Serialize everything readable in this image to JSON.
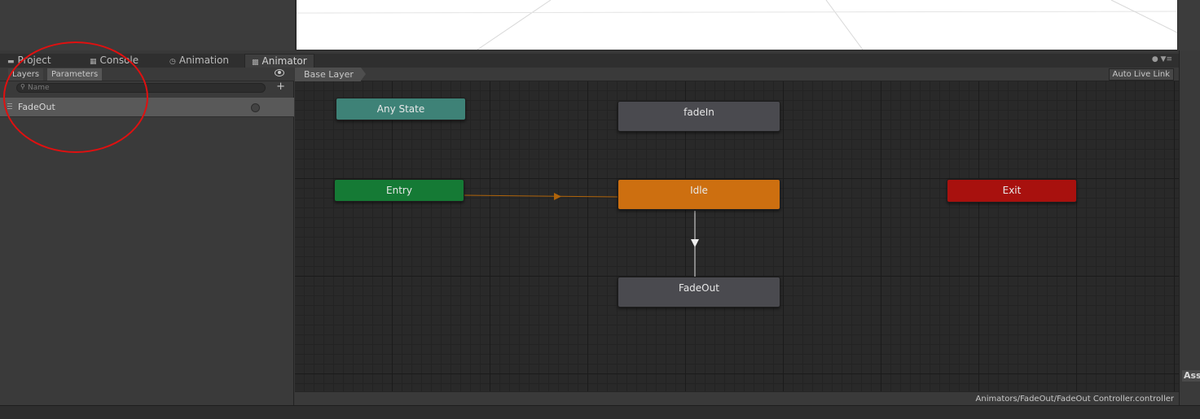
{
  "tabs": [
    {
      "label": "Project",
      "icon": "folder-icon"
    },
    {
      "label": "Console",
      "icon": "console-icon"
    },
    {
      "label": "Animation",
      "icon": "animation-clock-icon"
    },
    {
      "label": "Animator",
      "icon": "animator-icon",
      "active": true
    }
  ],
  "left_panel": {
    "layers_tab": "Layers",
    "parameters_tab": "Parameters",
    "search_placeholder": "Name",
    "add_symbol": "+",
    "parameters": [
      {
        "name": "FadeOut",
        "type": "trigger"
      }
    ]
  },
  "graph": {
    "breadcrumb": "Base Layer",
    "auto_live_link": "Auto Live Link",
    "nodes": {
      "any_state": "Any State",
      "entry": "Entry",
      "idle": "Idle",
      "exit": "Exit",
      "fade_in": "fadeIn",
      "fade_out": "FadeOut"
    },
    "transitions": [
      {
        "from": "Entry",
        "to": "Idle"
      },
      {
        "from": "Idle",
        "to": "FadeOut"
      }
    ]
  },
  "path": "Animators/FadeOut/FadeOut Controller.controller",
  "side_label": "Ass",
  "colors": {
    "any_state": "#3e8277",
    "entry": "#157a35",
    "idle": "#cd6f10",
    "exit": "#a8110e",
    "state": "#4a4a4f",
    "entry_transition": "#b0640a",
    "annotation": "#e01010"
  }
}
